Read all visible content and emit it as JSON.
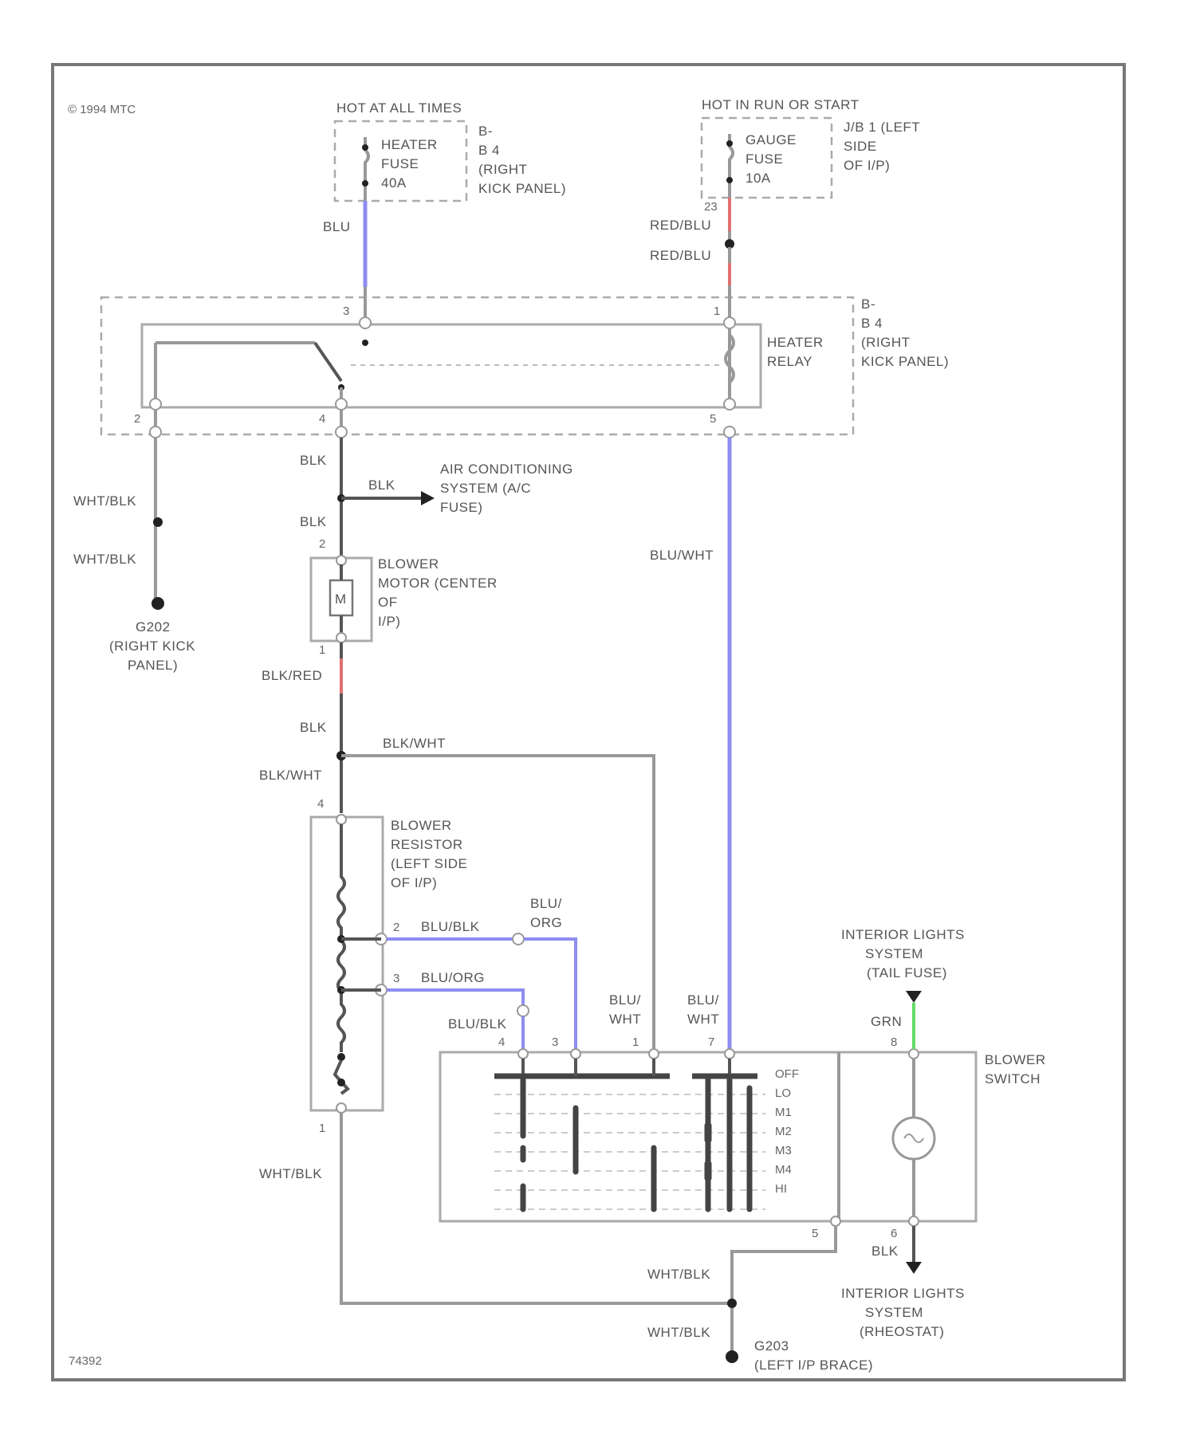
{
  "copyright": "© 1994 MTC",
  "figure_id": "74392",
  "sources": {
    "hot_all_times": "HOT AT ALL TIMES",
    "heater_fuse": [
      "HEATER",
      "FUSE",
      "40A"
    ],
    "heater_fuse_loc": [
      "B-",
      "B 4",
      "(RIGHT",
      "KICK PANEL)"
    ],
    "hot_run_start": "HOT IN RUN OR START",
    "gauge_fuse": [
      "GAUGE",
      "FUSE",
      "10A"
    ],
    "gauge_fuse_loc": [
      "J/B 1 (LEFT",
      "SIDE",
      "OF I/P)"
    ]
  },
  "relay": {
    "name": [
      "HEATER",
      "RELAY"
    ],
    "loc": [
      "B-",
      "B 4",
      "(RIGHT",
      "KICK PANEL)"
    ]
  },
  "ac": [
    "AIR CONDITIONING",
    "SYSTEM (A/C",
    "FUSE)"
  ],
  "blower_motor": {
    "name": [
      "BLOWER",
      "MOTOR (CENTER",
      "OF",
      "I/P)"
    ],
    "symbol": "M"
  },
  "ground1": [
    "G202",
    "(RIGHT KICK",
    "PANEL)"
  ],
  "resistor": [
    "BLOWER",
    "RESISTOR",
    "(LEFT SIDE",
    "OF I/P)"
  ],
  "interior_tail": [
    "INTERIOR LIGHTS",
    "SYSTEM",
    "(TAIL FUSE)"
  ],
  "blower_switch": {
    "name": [
      "BLOWER",
      "SWITCH"
    ],
    "positions": [
      "OFF",
      "LO",
      "M1",
      "M2",
      "M3",
      "M4",
      "HI"
    ]
  },
  "interior_rheo": [
    "INTERIOR LIGHTS",
    "SYSTEM",
    "(RHEOSTAT)"
  ],
  "ground2": [
    "G203",
    "(LEFT I/P BRACE)"
  ],
  "wires": {
    "blu": "BLU",
    "red_blu": "RED/BLU",
    "blk": "BLK",
    "wht_blk": "WHT/BLK",
    "blu_wht": "BLU/WHT",
    "blk_red": "BLK/RED",
    "blk_wht": "BLK/WHT",
    "blu_blk": "BLU/BLK",
    "blu_org": "BLU/ORG",
    "blu_org_split": [
      "BLU/",
      "ORG"
    ],
    "blu_wht_split": [
      "BLU/",
      "WHT"
    ],
    "grn": "GRN"
  },
  "pins": {
    "relay_3": "3",
    "relay_1": "1",
    "relay_2": "2",
    "relay_4": "4",
    "relay_5": "5",
    "gauge_23": "23",
    "motor_2": "2",
    "motor_1": "1",
    "res_4": "4",
    "res_2": "2",
    "res_3": "3",
    "res_1": "1",
    "sw_4": "4",
    "sw_3": "3",
    "sw_1": "1",
    "sw_7": "7",
    "sw_8": "8",
    "sw_5": "5",
    "sw_6": "6"
  },
  "colors": {
    "wire_blue": "#8d8df0",
    "wire_red": "#e07070",
    "wire_green": "#66dd66",
    "frame": "#777777"
  }
}
